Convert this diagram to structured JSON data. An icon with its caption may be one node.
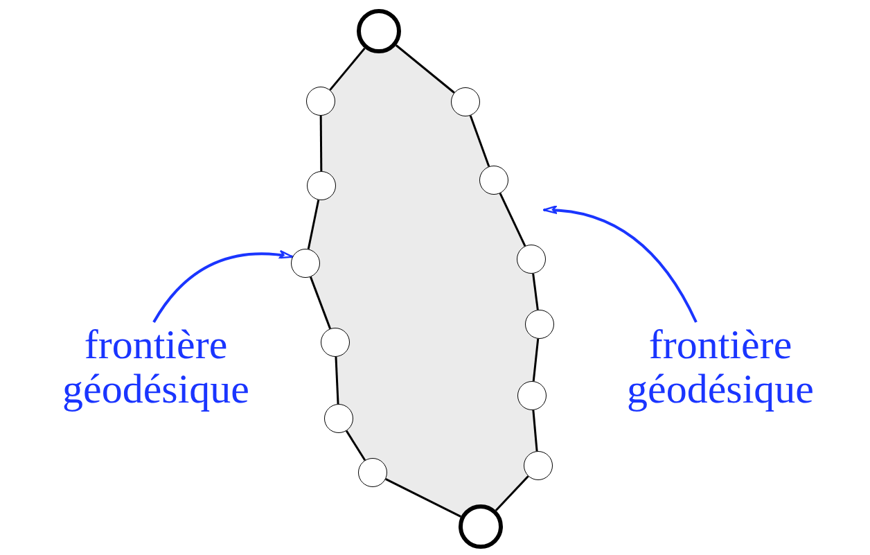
{
  "diagram": {
    "nodes": [
      {
        "text": [],
        "shape": "circle"
      },
      {
        "text": [],
        "shape": "circle"
      },
      {
        "text": [],
        "shape": "circle"
      },
      {
        "text": [],
        "shape": "circle"
      },
      {
        "text": [],
        "shape": "circle"
      },
      {
        "text": [],
        "shape": "circle"
      },
      {
        "text": [],
        "shape": "circle"
      },
      {
        "text": [],
        "shape": "circle"
      },
      {
        "text": [],
        "shape": "circle"
      },
      {
        "text": [],
        "shape": "circle"
      },
      {
        "text": [],
        "shape": "circle"
      },
      {
        "text": [],
        "shape": "circle"
      },
      {
        "text": [],
        "shape": "circle"
      },
      {
        "text": [],
        "shape": "circle"
      },
      {
        "text": [
          "frontière géodésique"
        ]
      },
      {
        "text": [
          "frontière géodésique"
        ]
      }
    ],
    "edges": [
      {
        "from": 0,
        "to": 1,
        "arrow": "none"
      },
      {
        "from": 1,
        "to": 4,
        "arrow": "none"
      },
      {
        "from": 4,
        "to": 6,
        "arrow": "none"
      },
      {
        "from": 6,
        "to": 8,
        "arrow": "none"
      },
      {
        "from": 8,
        "to": 10,
        "arrow": "none"
      },
      {
        "from": 10,
        "to": 12,
        "arrow": "none"
      },
      {
        "from": 12,
        "to": 13,
        "arrow": "none"
      },
      {
        "from": 13,
        "to": 11,
        "arrow": "none"
      },
      {
        "from": 11,
        "to": 9,
        "arrow": "none"
      },
      {
        "from": 9,
        "to": 7,
        "arrow": "none"
      },
      {
        "from": 7,
        "to": 5,
        "arrow": "none"
      },
      {
        "from": 5,
        "to": 3,
        "arrow": "none"
      },
      {
        "from": 3,
        "to": 2,
        "arrow": "none"
      },
      {
        "from": 2,
        "to": 0,
        "arrow": "none"
      },
      {
        "from": 14,
        "to": 6,
        "arrow": "to",
        "color": "#1a35ff"
      },
      {
        "from": 15,
        "to": null,
        "arrow": "to",
        "color": "#1a35ff"
      }
    ]
  }
}
